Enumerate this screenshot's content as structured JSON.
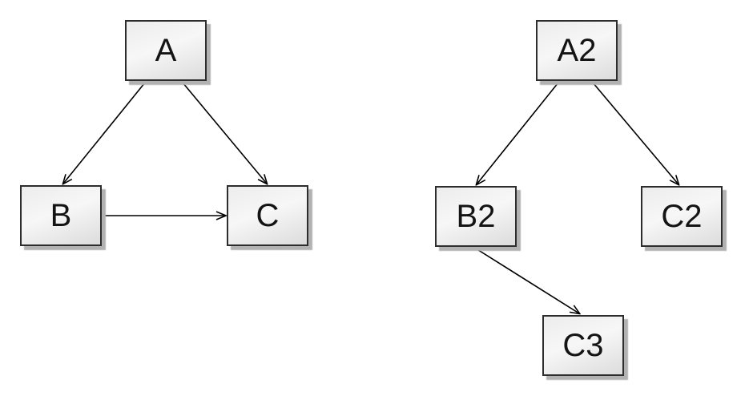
{
  "diagram": {
    "description": "Two directed graphs drawn as rectangular nodes with arrows",
    "left_graph": {
      "nodes": [
        {
          "id": "A",
          "label": "A"
        },
        {
          "id": "B",
          "label": "B"
        },
        {
          "id": "C",
          "label": "C"
        }
      ],
      "edges": [
        {
          "from": "A",
          "to": "B"
        },
        {
          "from": "A",
          "to": "C"
        },
        {
          "from": "B",
          "to": "C"
        }
      ]
    },
    "right_graph": {
      "nodes": [
        {
          "id": "A2",
          "label": "A2"
        },
        {
          "id": "B2",
          "label": "B2"
        },
        {
          "id": "C2",
          "label": "C2"
        },
        {
          "id": "C3",
          "label": "C3"
        }
      ],
      "edges": [
        {
          "from": "A2",
          "to": "B2"
        },
        {
          "from": "A2",
          "to": "C2"
        },
        {
          "from": "B2",
          "to": "C3"
        }
      ]
    },
    "colors": {
      "background": "#ffffff",
      "node_border": "#2d2d2d",
      "node_fill_light": "#f7f7f7",
      "node_fill_dark": "#dcdcdc",
      "node_shadow": "#b2b2b2",
      "edge": "#000000",
      "text": "#141414"
    }
  }
}
